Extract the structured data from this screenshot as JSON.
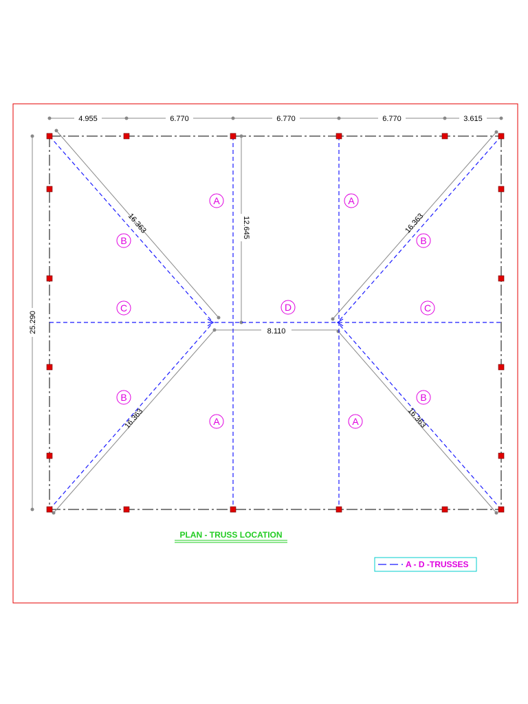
{
  "drawing": {
    "title": "PLAN - TRUSS LOCATION",
    "legend": {
      "text": "A - D  -TRUSSES"
    }
  },
  "dimensions": {
    "top_spans": [
      "4.955",
      "6.770",
      "6.770",
      "6.770",
      "3.615"
    ],
    "overall_height": "25.290",
    "center_vertical": "12.645",
    "ridge_length": "8.110",
    "hip_length": "16.363"
  },
  "truss_labels": {
    "a": "A",
    "b": "B",
    "c": "C",
    "d": "D"
  },
  "colors": {
    "frame_border": "#e60000",
    "column": "#e00000",
    "truss_line": "#1a1aff",
    "label": "#e000e0",
    "title": "#22cc22",
    "legend_border": "#00cccc",
    "dimension_line": "#888888"
  }
}
